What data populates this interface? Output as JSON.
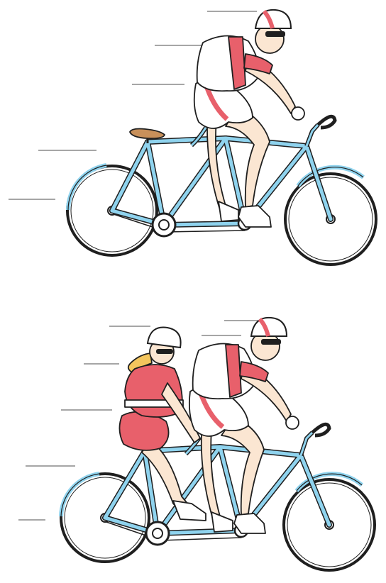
{
  "scene": {
    "top_panel": {
      "riders": 1,
      "bike": "tandem"
    },
    "bottom_panel": {
      "riders": 2,
      "bike": "tandem"
    }
  },
  "colors": {
    "frame": "#8fd3ee",
    "outline": "#1f1f1f",
    "accent_red": "#e8606b",
    "skin": "#fbe6d2",
    "saddle": "#c8905a",
    "hair": "#f3c55d",
    "motion_line": "#888888"
  },
  "icons": [
    "helmet",
    "sunglasses",
    "wheel",
    "chainring",
    "saddle",
    "handlebar"
  ]
}
